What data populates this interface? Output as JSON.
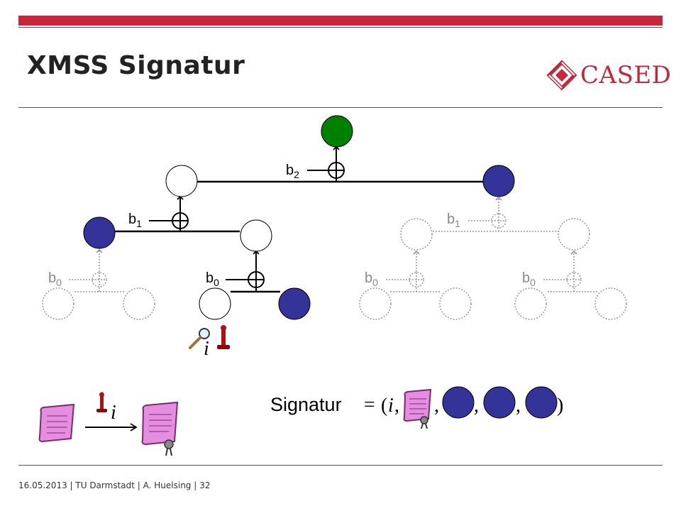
{
  "slide": {
    "title": "XMSS Signatur",
    "logo_text": "CASED",
    "footer": {
      "date": "16.05.2013",
      "institution": "TU Darmstadt",
      "author": "A. Huelsing",
      "page": "32",
      "separator": " | "
    }
  },
  "colors": {
    "accent": "#c5283d",
    "root_node": "#008000",
    "auth_node": "#333399",
    "active_stroke": "#000000",
    "inactive_stroke": "#999999"
  },
  "tree": {
    "bitmask_labels": {
      "b0": "b0",
      "b1": "b1",
      "b2": "b2"
    },
    "leaf_index": "i"
  },
  "signature": {
    "label": "Signatur",
    "equals": "=",
    "open": "(",
    "index": "i",
    "comma": ",",
    "close": ")"
  },
  "legend": {
    "index": "i"
  },
  "icons": {
    "magnifier": "magnifier-icon",
    "stamp": "stamp-icon",
    "scroll": "scroll-icon",
    "signed_scroll": "signed-scroll-icon",
    "arrow": "arrow-right-icon"
  }
}
